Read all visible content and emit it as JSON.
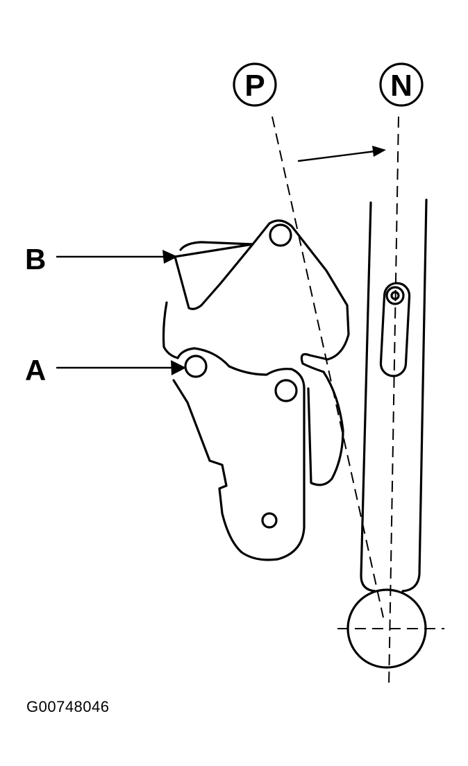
{
  "labels": {
    "p": "P",
    "n": "N",
    "a": "A",
    "b": "B"
  },
  "figure_id": "G00748046"
}
